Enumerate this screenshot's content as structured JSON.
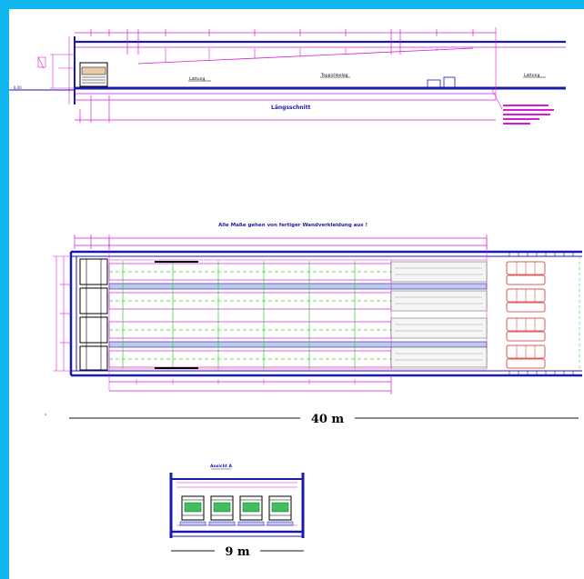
{
  "colors": {
    "frame": "#12b6ee",
    "wall": "#1a1aa8",
    "dim": "#d81ad8",
    "lane": "#2fd12f",
    "text": "#000000",
    "lane_fill": "#c0c8f0"
  },
  "top_view": {
    "title": "Längsschnitt",
    "labels": [
      "Lattung",
      "Teppichbelag",
      "Lattung"
    ]
  },
  "plan_view": {
    "note": "Alle Maße gehen von fertiger Wandverkleidung aus !",
    "scale_label": "40 m"
  },
  "section_view": {
    "title": "Ansicht A",
    "scale_label": "9 m"
  }
}
